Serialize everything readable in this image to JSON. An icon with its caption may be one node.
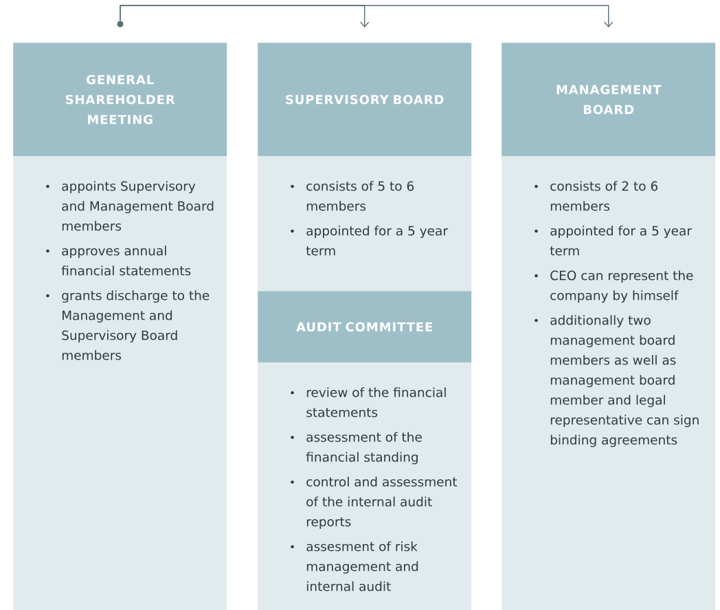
{
  "diagram": {
    "nodes": [
      {
        "text": [
          "GENERAL SHAREHOLDER MEETING"
        ]
      },
      {
        "text": [
          "appoints Supervisory and Management Board members",
          "approves annual financial statements",
          "grants discharge to the Management and Supervisory Board members"
        ]
      },
      {
        "text": [
          "SUPERVISORY BOARD"
        ]
      },
      {
        "text": [
          "consists of 5 to 6 members",
          "appointed for a 5 year term"
        ]
      },
      {
        "text": [
          "AUDIT COMMITTEE"
        ]
      },
      {
        "text": [
          "review of the financial statements",
          "assessment of the financial standing",
          "control and assessment of the internal audit reports",
          "assesment of risk management and internal audit"
        ]
      },
      {
        "text": [
          "MANAGEMENT BOARD"
        ]
      },
      {
        "text": [
          "consists of 2 to 6 members",
          "appointed for a 5 year term",
          "CEO can represent the company by himself",
          "additionally two management board members as well as management board member and legal representative can sign binding agreements"
        ]
      },
      {
        "text": [],
        "shape": "circle"
      }
    ],
    "edges": [
      {
        "from": 8,
        "to": 2,
        "arrow": "to"
      },
      {
        "from": 8,
        "to": 6,
        "arrow": "to"
      }
    ]
  }
}
